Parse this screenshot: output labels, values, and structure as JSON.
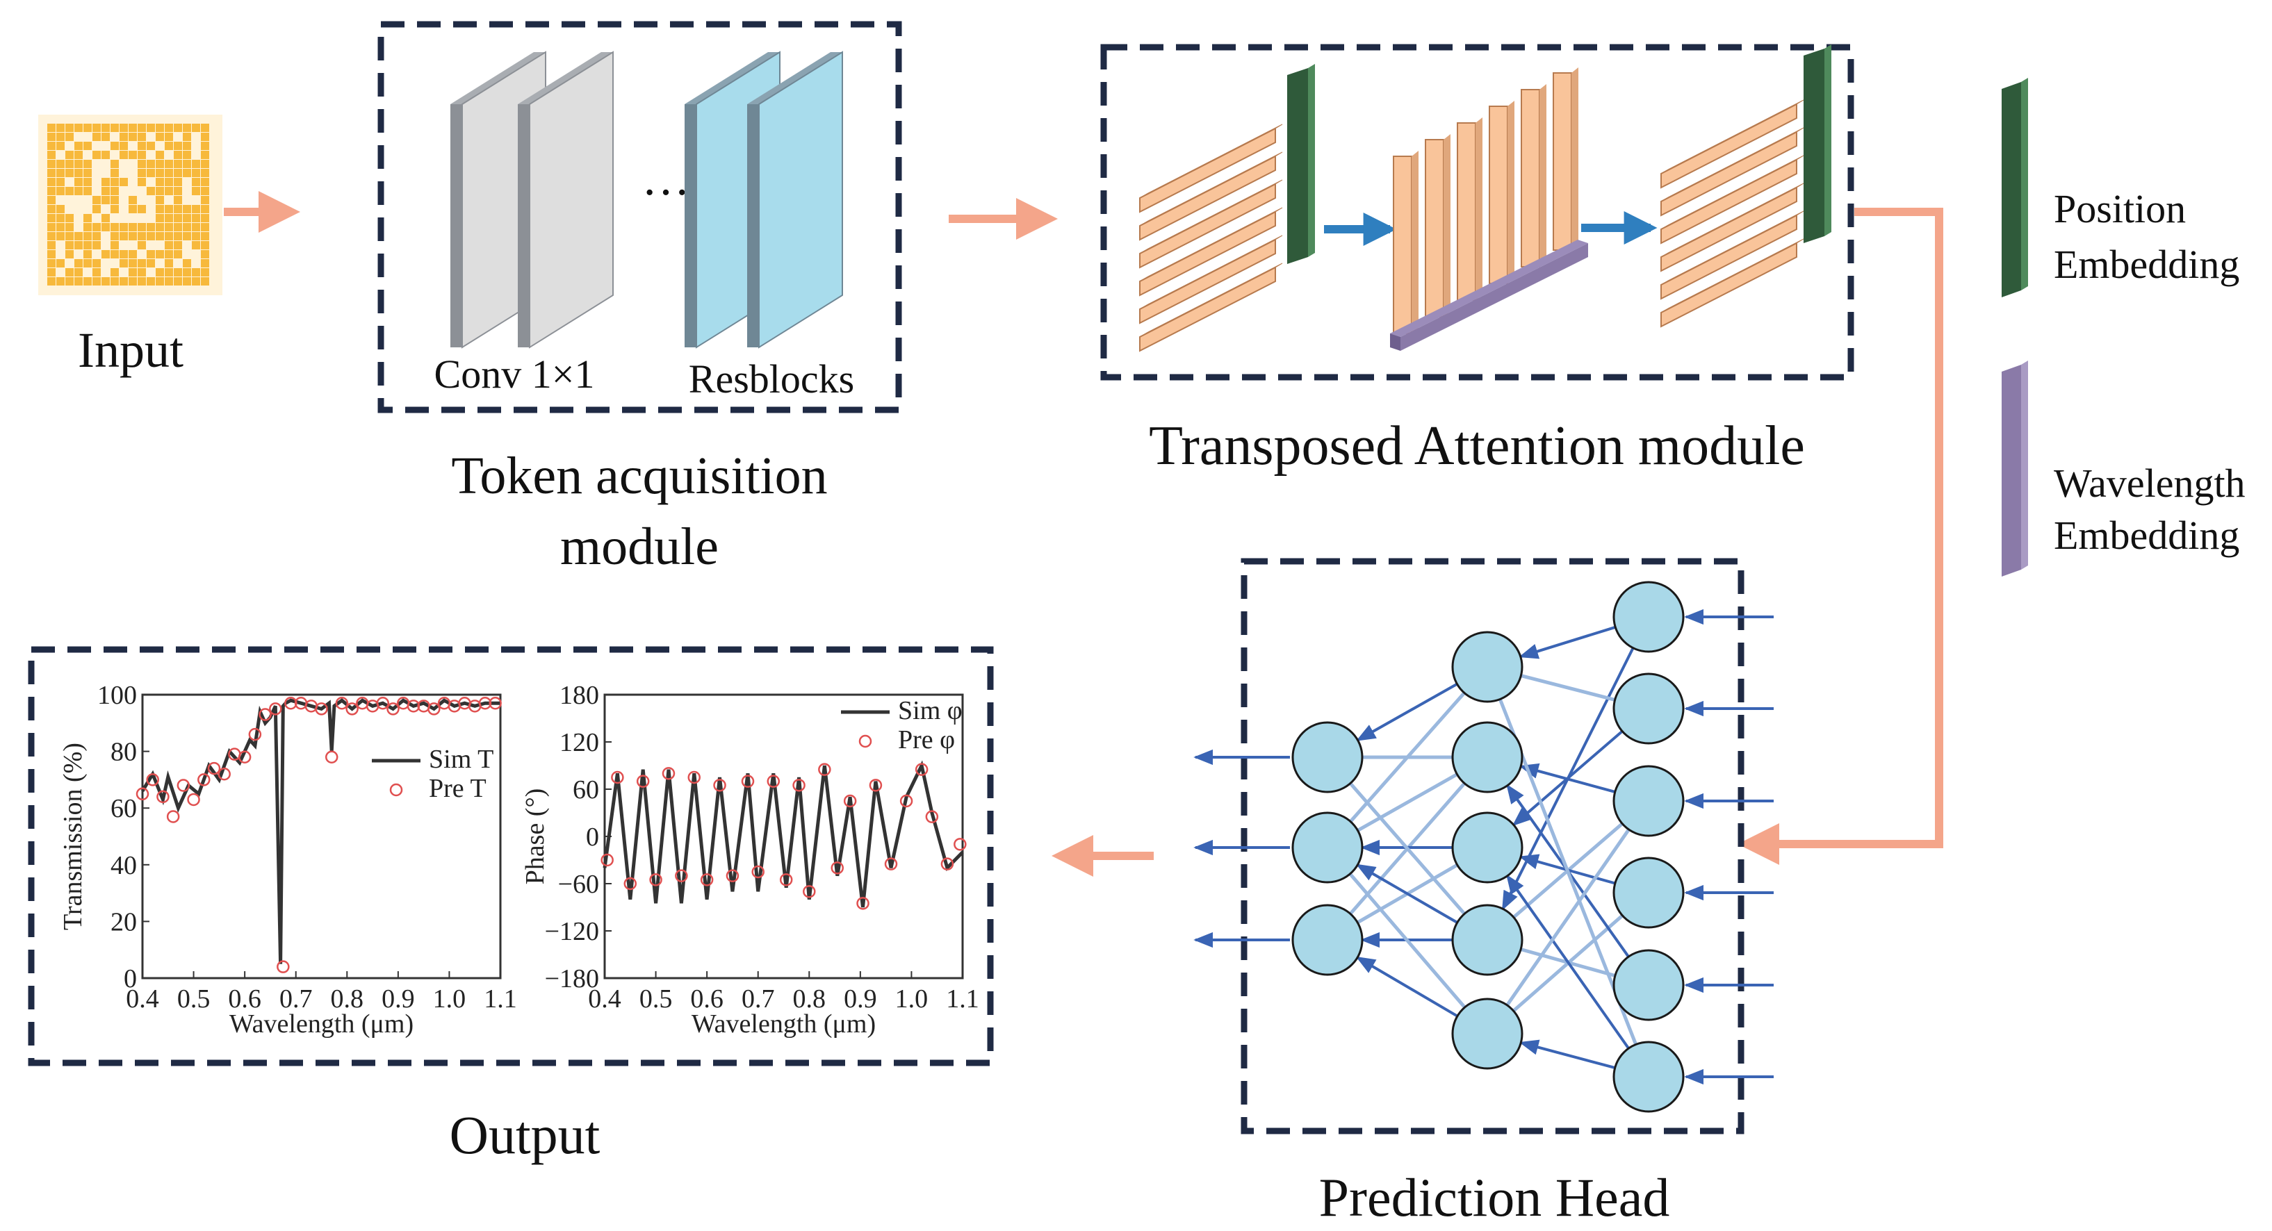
{
  "labels": {
    "input": "Input",
    "conv": "Conv 1×1",
    "dots": "···",
    "resblocks": "Resblocks",
    "token_module_line1": "Token acquisition",
    "token_module_line2": "module",
    "attention_module": "Transposed Attention module",
    "position_line1": "Position",
    "position_line2": "Embedding",
    "wavelength_line1": "Wavelength",
    "wavelength_line2": "Embedding",
    "prediction_head": "Prediction Head",
    "output": "Output"
  },
  "colors": {
    "frame": "#1f2a44",
    "flow_arrow": "#f4a58a",
    "input_pattern": "#f7b93c",
    "conv_face": "#dedede",
    "conv_edge": "#8c9096",
    "res_face": "#a8dcec",
    "res_edge": "#6f8795",
    "token_bar": "#f9c49a",
    "token_edge": "#b77a4e",
    "position_embedding": "#2f5a3a",
    "wavelength_embedding": "#8a7aa8",
    "attention_arrow": "#2f7fbf",
    "neuron": "#a9d8e8",
    "connection_strong": "#3a64b4",
    "connection_light": "#9ab8de",
    "sim_line": "#333333",
    "pre_marker": "#e05050"
  },
  "chart_data": [
    {
      "type": "line",
      "title": "",
      "xlabel": "Wavelength (μm)",
      "ylabel": "Transmission (%)",
      "xlim": [
        0.4,
        1.1
      ],
      "ylim": [
        0,
        100
      ],
      "xticks": [
        "0.4",
        "0.5",
        "0.6",
        "0.7",
        "0.8",
        "0.9",
        "1.0",
        "1.1"
      ],
      "yticks": [
        "0",
        "20",
        "40",
        "60",
        "80",
        "100"
      ],
      "grid": false,
      "legend_position": "right",
      "series": [
        {
          "name": "Sim T",
          "style": "line",
          "x": [
            0.4,
            0.42,
            0.44,
            0.45,
            0.47,
            0.49,
            0.51,
            0.53,
            0.55,
            0.57,
            0.59,
            0.61,
            0.62,
            0.63,
            0.64,
            0.65,
            0.66,
            0.67,
            0.675,
            0.68,
            0.69,
            0.71,
            0.73,
            0.75,
            0.765,
            0.77,
            0.775,
            0.79,
            0.81,
            0.83,
            0.85,
            0.87,
            0.89,
            0.91,
            0.93,
            0.95,
            0.97,
            0.99,
            1.01,
            1.03,
            1.05,
            1.07,
            1.09,
            1.1
          ],
          "y": [
            66,
            72,
            63,
            71,
            60,
            68,
            65,
            75,
            70,
            80,
            76,
            84,
            82,
            94,
            90,
            92,
            96,
            5,
            96,
            97,
            98,
            97,
            96,
            95,
            97,
            80,
            96,
            98,
            95,
            98,
            96,
            97,
            95,
            98,
            96,
            97,
            95,
            98,
            96,
            97,
            96,
            97,
            97,
            97
          ]
        },
        {
          "name": "Pre T",
          "style": "marker",
          "x": [
            0.4,
            0.42,
            0.44,
            0.46,
            0.48,
            0.5,
            0.52,
            0.54,
            0.56,
            0.58,
            0.6,
            0.62,
            0.64,
            0.66,
            0.675,
            0.69,
            0.71,
            0.73,
            0.75,
            0.77,
            0.79,
            0.81,
            0.83,
            0.85,
            0.87,
            0.89,
            0.91,
            0.93,
            0.95,
            0.97,
            0.99,
            1.01,
            1.03,
            1.05,
            1.07,
            1.09
          ],
          "y": [
            65,
            70,
            64,
            57,
            68,
            63,
            70,
            74,
            72,
            79,
            78,
            86,
            93,
            95,
            4,
            97,
            97,
            96,
            95,
            78,
            97,
            95,
            97,
            96,
            97,
            95,
            97,
            96,
            96,
            95,
            97,
            96,
            97,
            96,
            97,
            97
          ]
        }
      ]
    },
    {
      "type": "line",
      "title": "",
      "xlabel": "Wavelength (μm)",
      "ylabel": "Phase (°)",
      "xlim": [
        0.4,
        1.1
      ],
      "ylim": [
        -180,
        180
      ],
      "xticks": [
        "0.4",
        "0.5",
        "0.6",
        "0.7",
        "0.8",
        "0.9",
        "1.0",
        "1.1"
      ],
      "yticks": [
        "−180",
        "−120",
        "−60",
        "0",
        "60",
        "120",
        "180"
      ],
      "grid": false,
      "legend_position": "top-right",
      "series": [
        {
          "name": "Sim φ",
          "style": "line",
          "x": [
            0.4,
            0.425,
            0.45,
            0.475,
            0.5,
            0.525,
            0.55,
            0.575,
            0.6,
            0.625,
            0.65,
            0.68,
            0.7,
            0.73,
            0.755,
            0.78,
            0.8,
            0.83,
            0.855,
            0.88,
            0.905,
            0.93,
            0.96,
            0.99,
            1.02,
            1.04,
            1.07,
            1.1
          ],
          "y": [
            -40,
            80,
            -80,
            85,
            -85,
            85,
            -85,
            80,
            -80,
            75,
            -70,
            80,
            -70,
            80,
            -65,
            75,
            -80,
            90,
            -50,
            50,
            -90,
            70,
            -40,
            50,
            90,
            30,
            -40,
            -20
          ]
        },
        {
          "name": "Pre φ",
          "style": "marker",
          "x": [
            0.405,
            0.425,
            0.45,
            0.475,
            0.5,
            0.525,
            0.55,
            0.575,
            0.6,
            0.625,
            0.65,
            0.68,
            0.7,
            0.73,
            0.755,
            0.78,
            0.8,
            0.83,
            0.855,
            0.88,
            0.905,
            0.93,
            0.96,
            0.99,
            1.02,
            1.04,
            1.07,
            1.095
          ],
          "y": [
            -30,
            75,
            -60,
            70,
            -55,
            80,
            -50,
            75,
            -55,
            65,
            -50,
            70,
            -45,
            70,
            -55,
            65,
            -70,
            85,
            -40,
            45,
            -85,
            65,
            -35,
            45,
            85,
            25,
            -35,
            -10
          ]
        }
      ]
    }
  ]
}
